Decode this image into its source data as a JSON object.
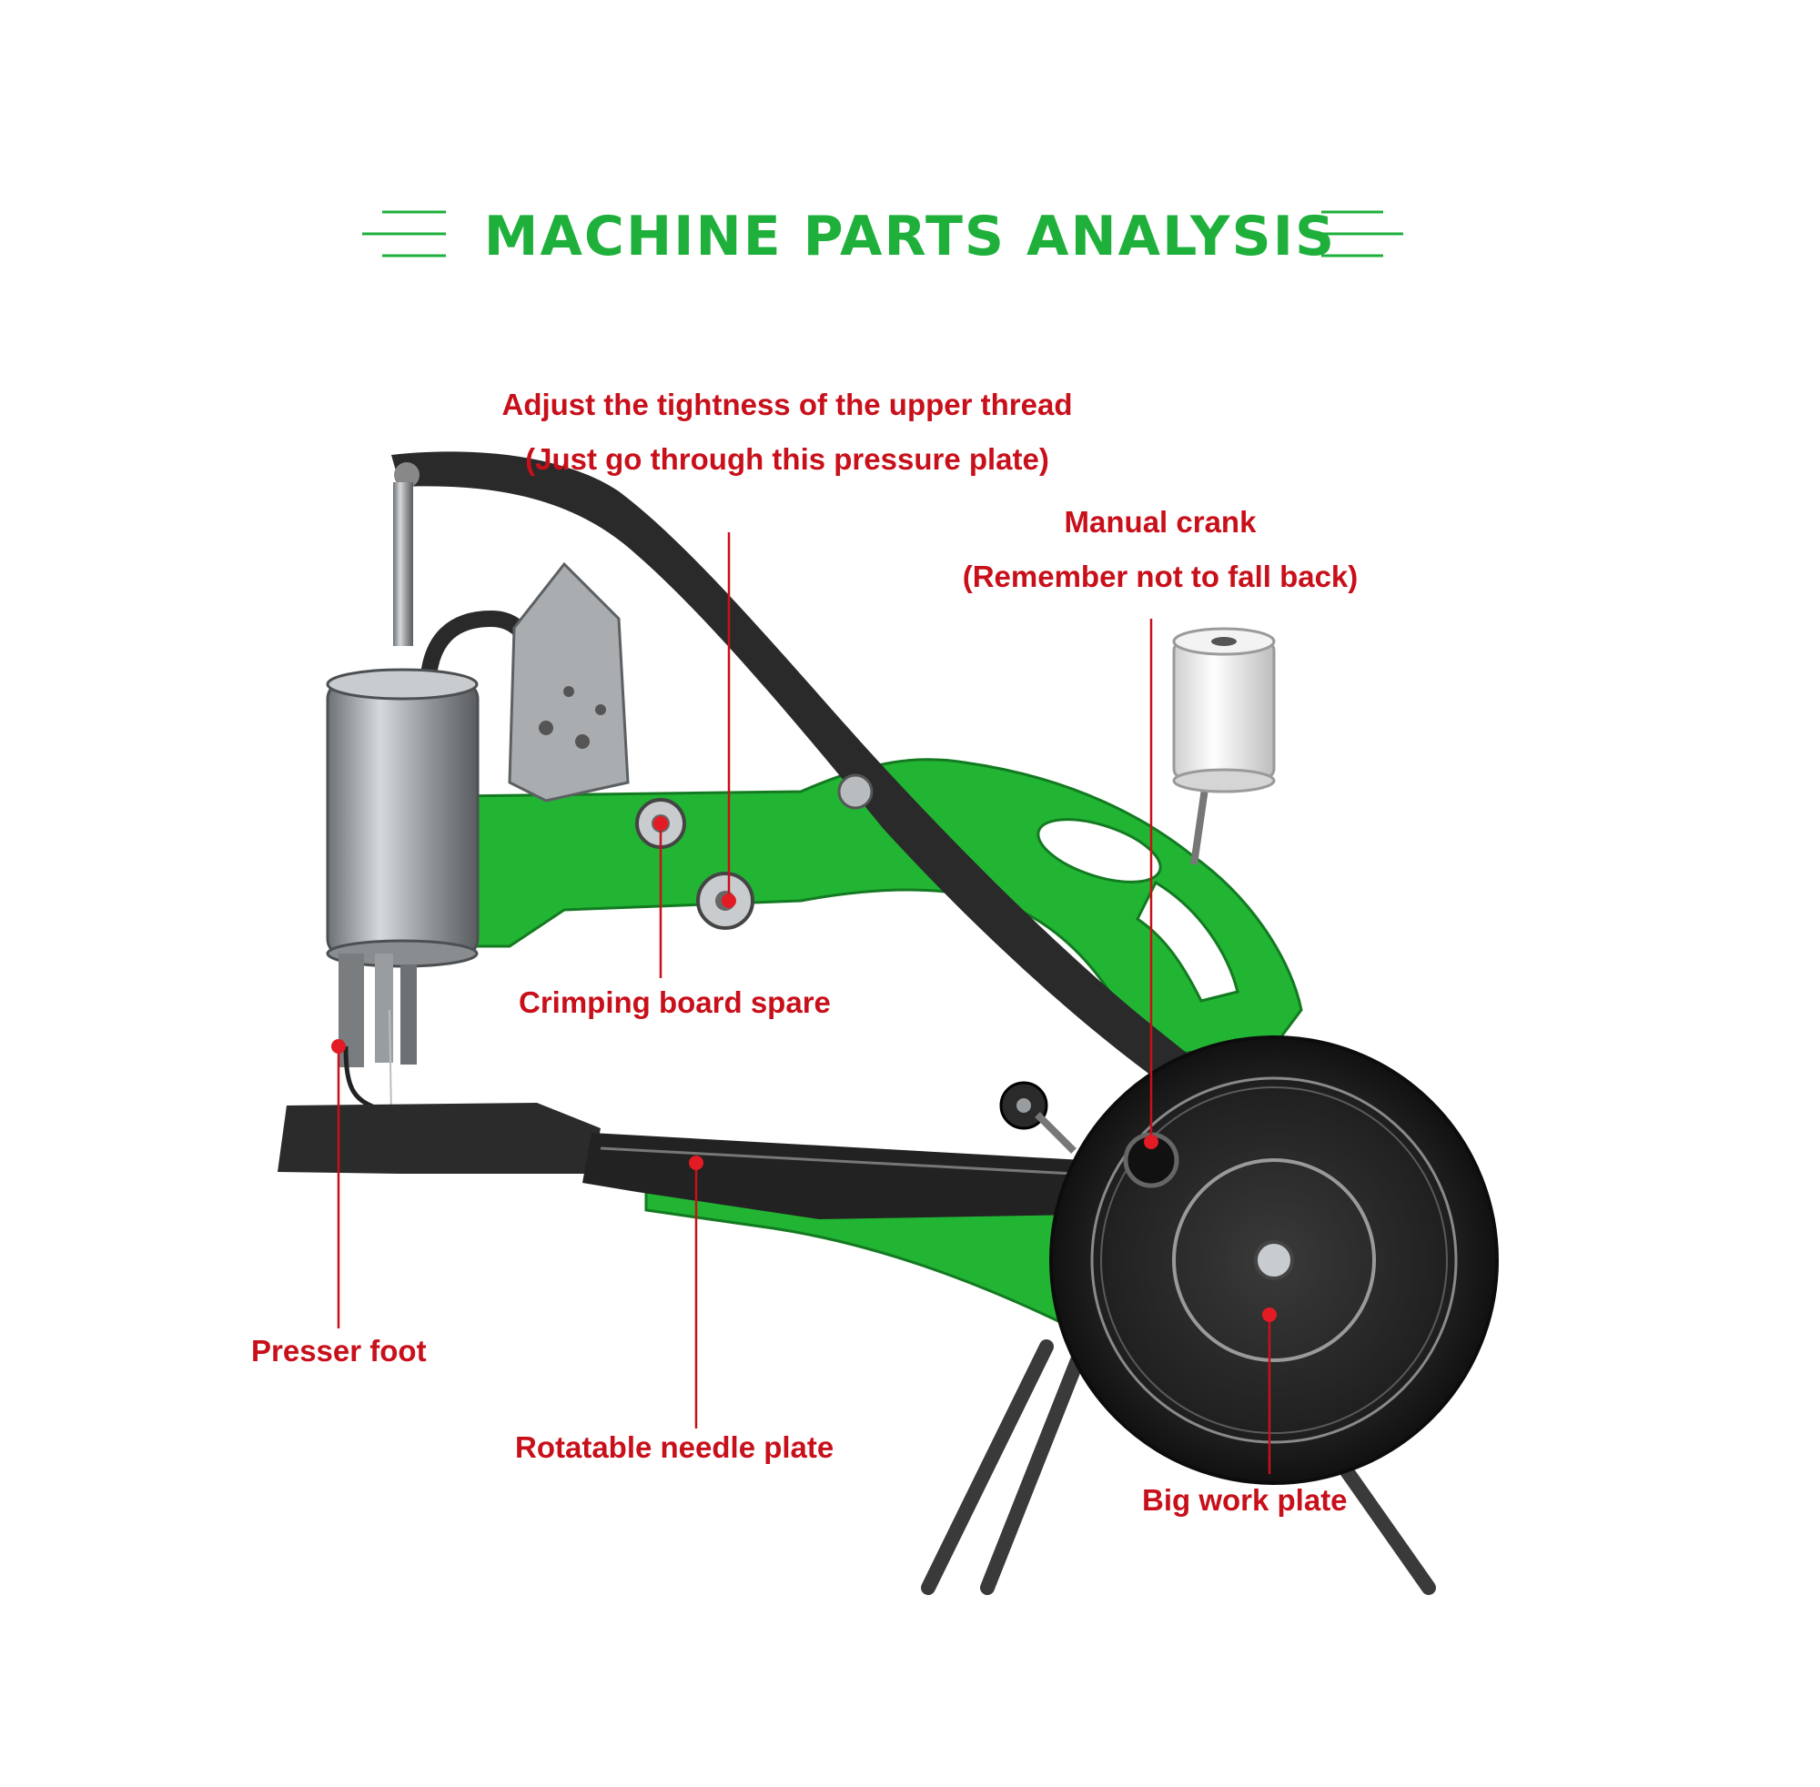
{
  "title": "MACHINE PARTS ANALYSIS",
  "colors": {
    "title_green": "#1fb03c",
    "label_red": "#c8101b",
    "machine_green": "#22b534",
    "machine_dark": "#2a2a2a",
    "steel": "#a9adb0"
  },
  "labels": {
    "upper_thread_line1": "Adjust the tightness of the upper thread",
    "upper_thread_line2": "(Just go through this pressure plate)",
    "manual_crank_line1": "Manual crank",
    "manual_crank_line2": "(Remember not to fall back)",
    "crimping_board": "Crimping board spare",
    "presser_foot": "Presser foot",
    "rotatable_needle_plate": "Rotatable needle plate",
    "big_work_plate": "Big work plate"
  }
}
